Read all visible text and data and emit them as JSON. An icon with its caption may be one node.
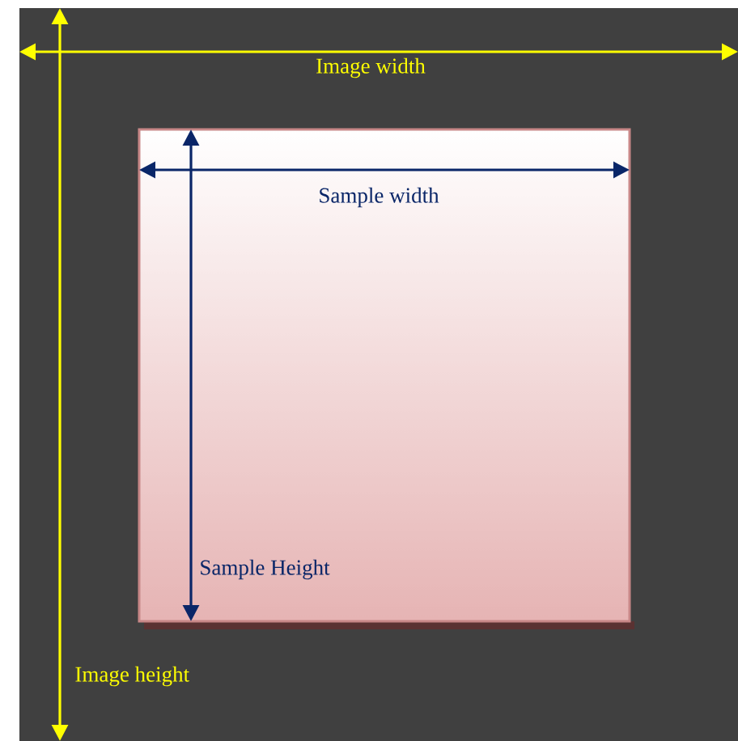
{
  "diagram": {
    "nodes": [
      {
        "text": [],
        "shape": "box"
      },
      {
        "text": [],
        "shape": "box",
        "in": 0
      }
    ],
    "labels": [
      "Image width",
      "Sample width",
      "Sample Height",
      "Image height"
    ]
  }
}
